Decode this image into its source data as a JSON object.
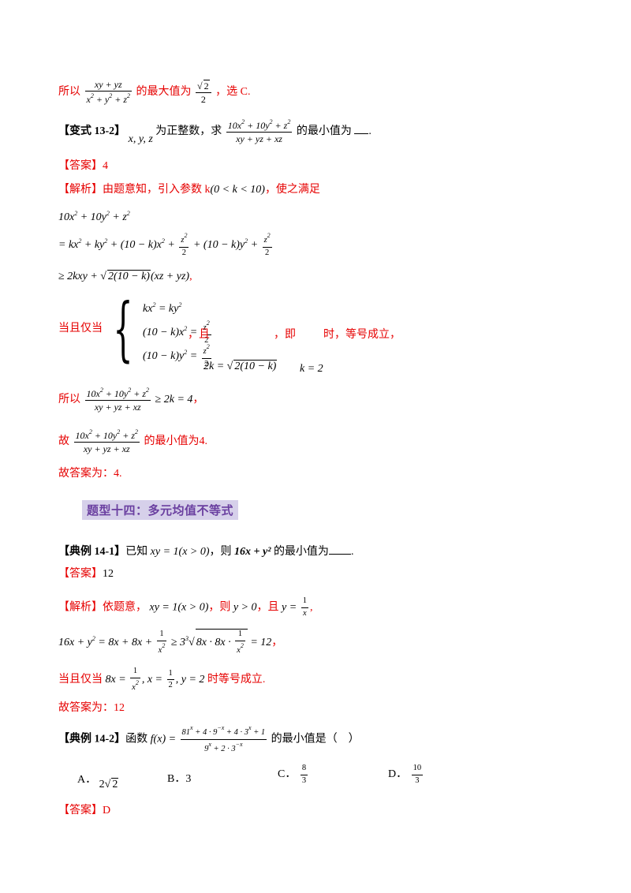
{
  "prev": {
    "lead": "所以",
    "mid": "的最大值为",
    "tail": "，选 C."
  },
  "v13_2": {
    "tag": "【变式 13-2】",
    "vars": "x, y, z",
    "t1": "为正整数，求",
    "t2": "的最小值为",
    "end": "."
  },
  "ans13": {
    "label": "【答案】",
    "value": "4"
  },
  "sol13": {
    "label": "【解析】",
    "text": "由题意知，引入参数 k",
    "param": "(0 < k < 10)",
    "text2": "，使之满足",
    "cond_lead": "当且仅当",
    "cond_and": "，且",
    "cond_ie": "，即",
    "cond_when": "时，等号成立，",
    "k_val": "k = 2",
    "so_lead": "所以",
    "so_tail": "≥ 2k = 4",
    "so_comma": "，",
    "hence_lead": "故",
    "hence_tail": "的最小值为",
    "hence_val": "4.",
    "final": "故答案为：4."
  },
  "heading": "题型十四：多元均值不等式",
  "ex14_1": {
    "tag": "【典例 14-1】",
    "t1": "已知",
    "cond": "xy = 1(x > 0)",
    "t2": "，则",
    "expr": "16x + y²",
    "t3": "的最小值为",
    "end": "."
  },
  "ans14_1": {
    "label": "【答案】",
    "value": "12"
  },
  "sol14_1": {
    "label": "【解析】",
    "t1": "依题意，",
    "cond": "xy = 1(x > 0)",
    "t2": "，则",
    "ypos": "y > 0",
    "t3": "，且",
    "eq_end": "= 12",
    "comma": "，",
    "lead": "当且仅当",
    "tail": "时等号成立.",
    "final": "故答案为：12"
  },
  "ex14_2": {
    "tag": "【典例 14-2】",
    "t1": "函数",
    "t2": "的最小值是（　）",
    "options": [
      {
        "label": "A．",
        "value": "2√2"
      },
      {
        "label": "B．",
        "value": "3"
      },
      {
        "label": "C．",
        "value": "8/3"
      },
      {
        "label": "D．",
        "value": "10/3"
      }
    ]
  },
  "ans14_2": {
    "label": "【答案】",
    "value": "D"
  }
}
